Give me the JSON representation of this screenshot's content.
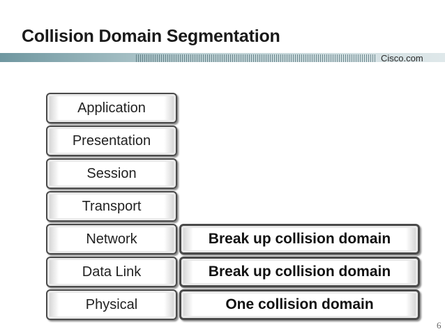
{
  "slide": {
    "title": "Collision Domain Segmentation",
    "brand": "Cisco.com",
    "page_number": "6"
  },
  "osi_layers": [
    {
      "label": "Application"
    },
    {
      "label": "Presentation"
    },
    {
      "label": "Session"
    },
    {
      "label": "Transport"
    },
    {
      "label": "Network"
    },
    {
      "label": "Data Link"
    },
    {
      "label": "Physical"
    }
  ],
  "segmentation_effects": [
    {
      "layer": "Network",
      "label": "Break up collision domain"
    },
    {
      "layer": "Data Link",
      "label": "Break up collision domain"
    },
    {
      "layer": "Physical",
      "label": "One collision domain"
    }
  ]
}
